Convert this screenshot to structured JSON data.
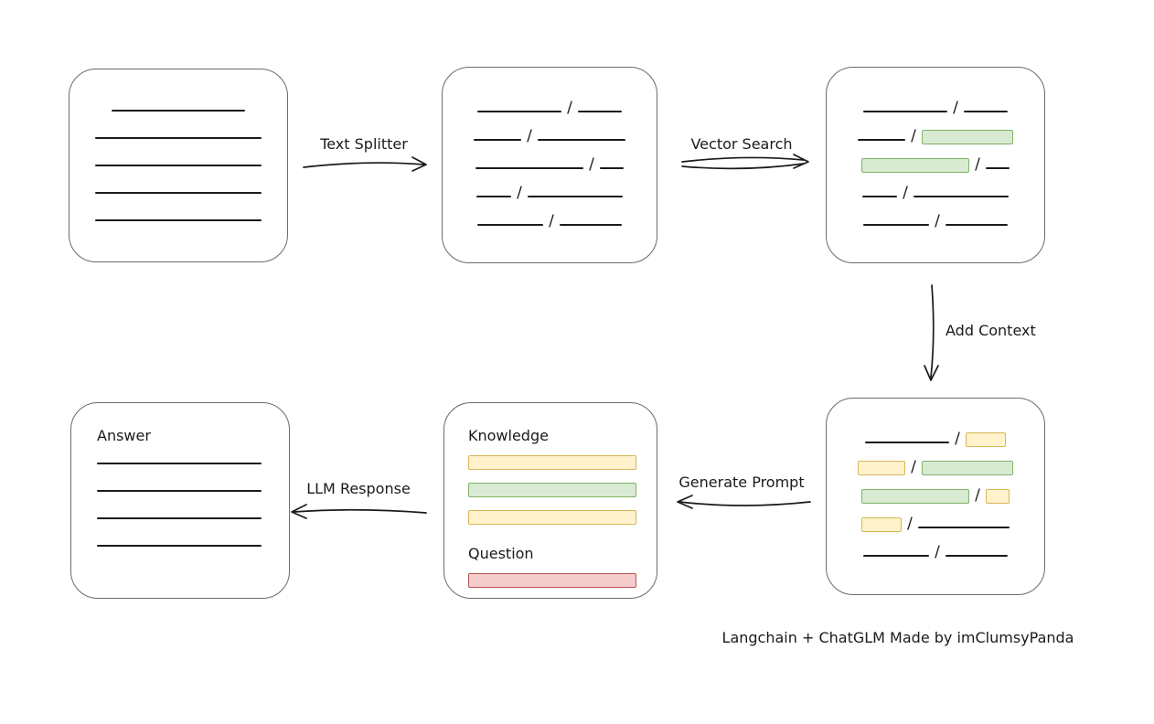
{
  "page": {
    "caption": "Langchain + ChatGLM Made by imClumsyPanda"
  },
  "separator": "/",
  "colors": {
    "line": "#1a1a1a",
    "box_border": "#6b6b6b",
    "green_fill": "#d9ead3",
    "green_stroke": "#82b366",
    "yellow_fill": "#fff2cc",
    "yellow_stroke": "#d6b656",
    "red_fill": "#f4cccc",
    "red_stroke": "#b85450"
  },
  "labels": {
    "text_splitter": "Text Splitter",
    "vector_search": "Vector Search",
    "add_context": "Add Context",
    "generate_prompt": "Generate Prompt",
    "llm_response": "LLM Response"
  },
  "boxes": {
    "source_document": {
      "lines": [
        146,
        182,
        182,
        182,
        182
      ]
    },
    "split_chunks": {
      "rows": [
        [
          {
            "kind": "line",
            "w": 92
          },
          {
            "kind": "line",
            "w": 48
          }
        ],
        [
          {
            "kind": "line",
            "w": 52
          },
          {
            "kind": "line",
            "w": 96
          }
        ],
        [
          {
            "kind": "line",
            "w": 118
          },
          {
            "kind": "line",
            "w": 26
          }
        ],
        [
          {
            "kind": "line",
            "w": 38
          },
          {
            "kind": "line",
            "w": 104
          }
        ],
        [
          {
            "kind": "line",
            "w": 72
          },
          {
            "kind": "line",
            "w": 68
          }
        ]
      ]
    },
    "vector_matches": {
      "rows": [
        [
          {
            "kind": "line",
            "w": 92
          },
          {
            "kind": "line",
            "w": 48
          }
        ],
        [
          {
            "kind": "line",
            "w": 52
          },
          {
            "kind": "chip",
            "color": "green",
            "w": 100
          }
        ],
        [
          {
            "kind": "chip",
            "color": "green",
            "w": 118
          },
          {
            "kind": "line",
            "w": 26
          }
        ],
        [
          {
            "kind": "line",
            "w": 38
          },
          {
            "kind": "line",
            "w": 104
          }
        ],
        [
          {
            "kind": "line",
            "w": 72
          },
          {
            "kind": "line",
            "w": 68
          }
        ]
      ]
    },
    "context_chunks": {
      "rows": [
        [
          {
            "kind": "line",
            "w": 92
          },
          {
            "kind": "chip",
            "color": "yellow",
            "w": 44
          }
        ],
        [
          {
            "kind": "chip",
            "color": "yellow",
            "w": 52
          },
          {
            "kind": "chip",
            "color": "green",
            "w": 100
          }
        ],
        [
          {
            "kind": "chip",
            "color": "green",
            "w": 118
          },
          {
            "kind": "chip",
            "color": "yellow",
            "w": 26
          }
        ],
        [
          {
            "kind": "chip",
            "color": "yellow",
            "w": 44
          },
          {
            "kind": "line",
            "w": 100
          }
        ],
        [
          {
            "kind": "line",
            "w": 72
          },
          {
            "kind": "line",
            "w": 68
          }
        ]
      ]
    },
    "prompt": {
      "knowledge_label": "Knowledge",
      "question_label": "Question",
      "knowledge_bars": [
        {
          "color": "yellow"
        },
        {
          "color": "green"
        },
        {
          "color": "yellow"
        }
      ],
      "question_bars": [
        {
          "color": "red"
        }
      ]
    },
    "answer": {
      "label": "Answer",
      "lines": [
        180,
        180,
        180,
        180
      ]
    }
  }
}
